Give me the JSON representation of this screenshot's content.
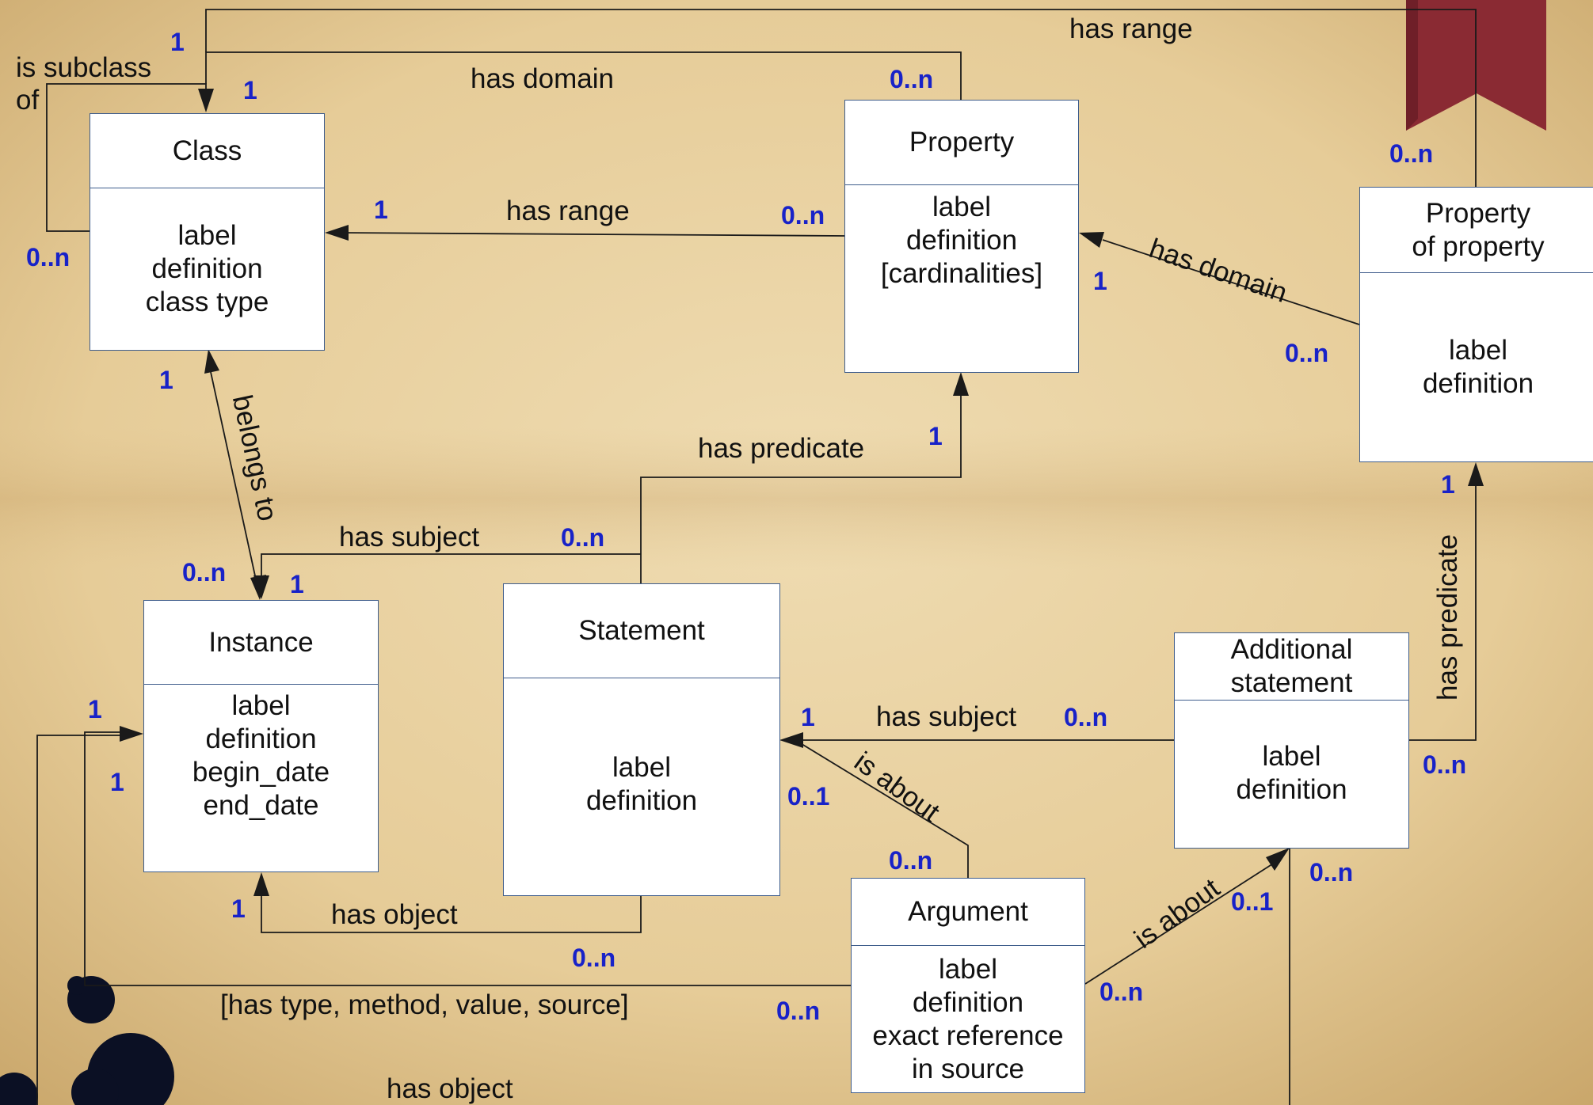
{
  "colors": {
    "background": "#e8cf9c",
    "box_border": "#3f5d8c",
    "cardinality": "#1822c8",
    "ribbon": "#8a2a33",
    "ink_blot": "#0b1024"
  },
  "entities": {
    "class": {
      "title": "Class",
      "attrs": [
        "label",
        "definition",
        "class type"
      ]
    },
    "property": {
      "title": "Property",
      "attrs": [
        "label",
        "definition",
        "[cardinalities]"
      ]
    },
    "property_of_property": {
      "title": [
        "Property",
        "of property"
      ],
      "attrs": [
        "label",
        "definition"
      ]
    },
    "instance": {
      "title": "Instance",
      "attrs": [
        "label",
        "definition",
        "begin_date",
        "end_date"
      ]
    },
    "statement": {
      "title": "Statement",
      "attrs": [
        "label",
        "definition"
      ]
    },
    "additional_statement": {
      "title": [
        "Additional",
        "statement"
      ],
      "attrs": [
        "label",
        "definition"
      ]
    },
    "argument": {
      "title": "Argument",
      "attrs": [
        "label",
        "definition",
        "exact reference",
        "in source"
      ]
    }
  },
  "relations": {
    "is_subclass_of": [
      "is subclass",
      "of"
    ],
    "class_has_domain": "has domain",
    "has_range_top": "has range",
    "property_has_range": "has range",
    "pop_has_domain": "has domain",
    "belongs_to": "belongs to",
    "has_predicate": "has predicate",
    "has_subject": "has subject",
    "as_has_subject": "has subject",
    "as_has_predicate": "has predicate",
    "is_about_statement": "is about",
    "is_about_additional": "is about",
    "has_object": "has object",
    "has_object_bottom": "has object",
    "argument_types": "[has type, method, value, source]"
  },
  "cardinalities": {
    "subclass_top": "1",
    "subclass_class": "1",
    "subclass_left": "0..n",
    "domain_property": "0..n",
    "range_top_pop": "0..n",
    "range_class": "1",
    "range_property": "0..n",
    "pop_domain_property": "1",
    "pop_domain_pop": "0..n",
    "belongs_class": "1",
    "belongs_instance": "0..n",
    "predicate_property": "1",
    "subject_statement": "0..n",
    "subject_instance": "1",
    "as_subject_statement": "1",
    "as_subject_as": "0..n",
    "as_predicate_pop": "1",
    "as_predicate_as": "0..n",
    "about_statement": "0..1",
    "about_argument_top": "0..n",
    "about_as_argument": "0..n",
    "about_as": "0..1",
    "as_bottom": "0..n",
    "object_instance": "1",
    "object_statement": "0..n",
    "bottom_instance_1": "1",
    "bottom_instance_2": "1",
    "argument_types_argument": "0..n"
  }
}
